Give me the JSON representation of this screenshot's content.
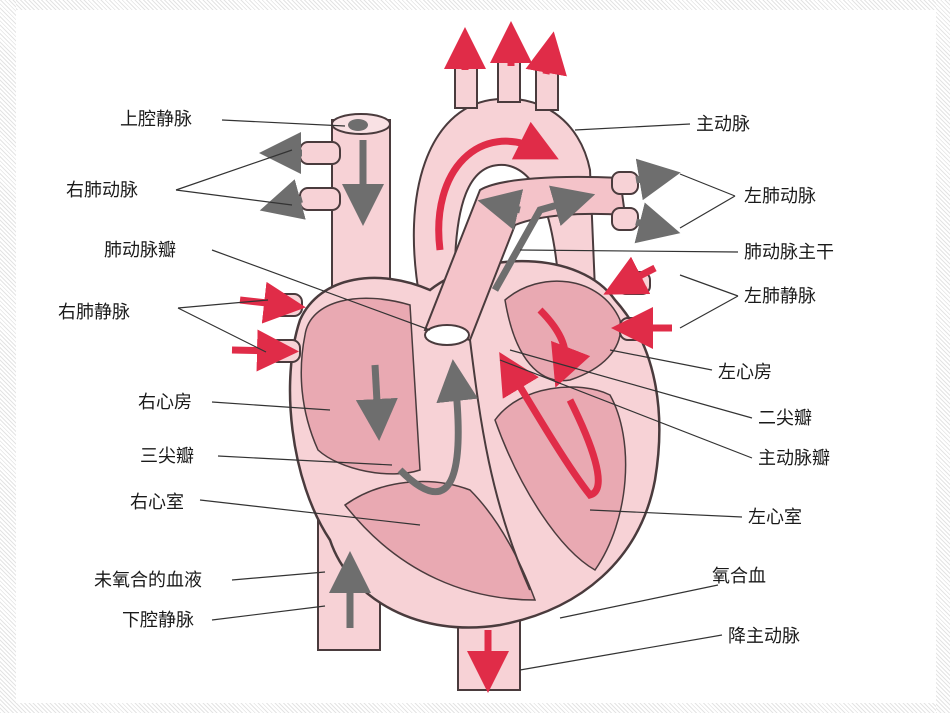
{
  "colors": {
    "heart_fill": "#f7d2d6",
    "heart_dark": "#e9a9b2",
    "outline": "#4a3b3d",
    "red_arrow": "#e02c48",
    "gray_arrow": "#6e6e6e"
  },
  "labels": {
    "svc": "上腔静脉",
    "rpa": "右肺动脉",
    "pulm_valve": "肺动脉瓣",
    "rpv": "右肺静脉",
    "ra": "右心房",
    "tricuspid": "三尖瓣",
    "rv": "右心室",
    "deoxy_blood": "未氧合的血液",
    "ivc": "下腔静脉",
    "aorta": "主动脉",
    "lpa": "左肺动脉",
    "pulm_trunk": "肺动脉主干",
    "lpv": "左肺静脉",
    "la": "左心房",
    "mitral": "二尖瓣",
    "aortic_valve": "主动脉瓣",
    "lv": "左心室",
    "oxy_blood": "氧合血",
    "desc_aorta": "降主动脉"
  }
}
